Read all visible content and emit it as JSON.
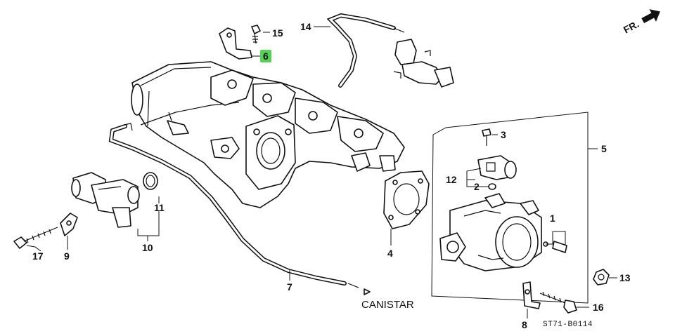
{
  "diagram": {
    "code": "ST71-B0114",
    "direction": "FR.",
    "destination": "CANISTAR",
    "highlight_color": "#55d155",
    "callouts": {
      "c1": "1",
      "c2": "2",
      "c3": "3",
      "c4": "4",
      "c5": "5",
      "c6": "6",
      "c7": "7",
      "c8": "8",
      "c9": "9",
      "c10": "10",
      "c11": "11",
      "c12": "12",
      "c13": "13",
      "c14": "14",
      "c15": "15",
      "c16": "16",
      "c17": "17"
    }
  }
}
